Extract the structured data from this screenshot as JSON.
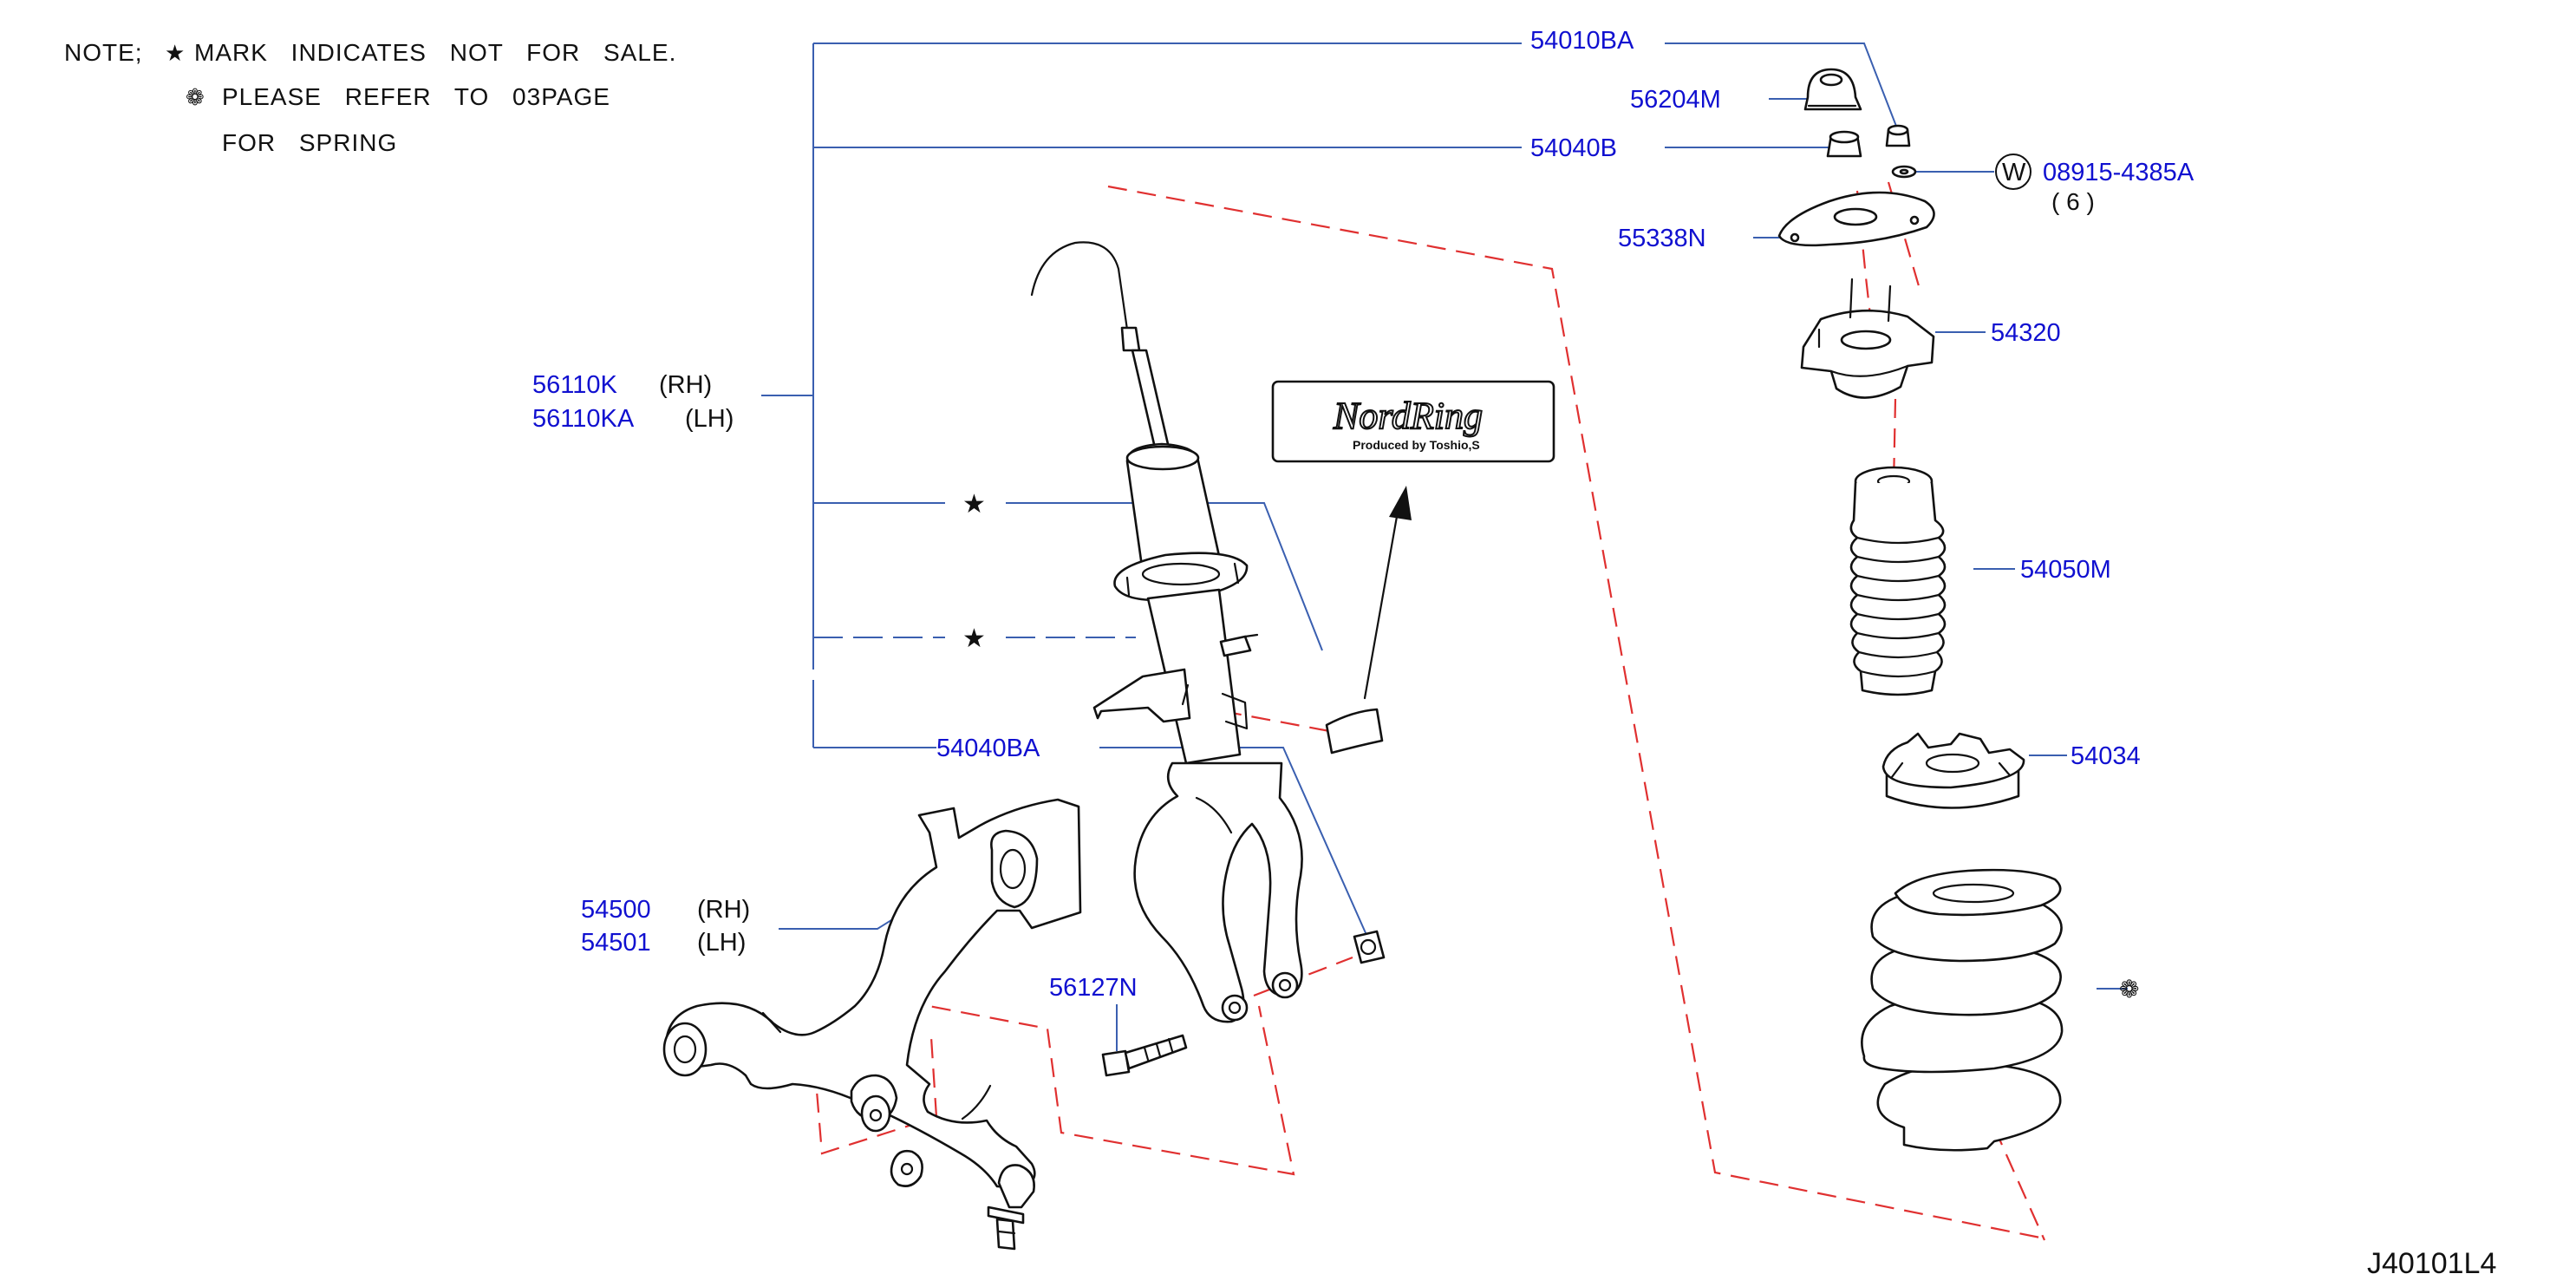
{
  "notes": {
    "line1_prefix": "NOTE;",
    "star_symbol": "★",
    "line1_text": "MARK INDICATES NOT FOR SALE.",
    "spring_symbol": "❁",
    "line2_text": "PLEASE REFER TO 03PAGE",
    "line3_text": "FOR SPRING"
  },
  "parts": {
    "p54010BA": "54010BA",
    "p56204M": "56204M",
    "p54040B": "54040B",
    "p08915": "08915-4385A",
    "p08915_marker": "W",
    "p08915_qty": "( 6 )",
    "p55338N": "55338N",
    "p54320": "54320",
    "p56110K": "56110K",
    "p56110K_side": "(RH)",
    "p56110KA": "56110KA",
    "p56110KA_side": "(LH)",
    "p54050M": "54050M",
    "p54040BA": "54040BA",
    "p54034": "54034",
    "p54500": "54500",
    "p54500_side": "(RH)",
    "p54501": "54501",
    "p54501_side": "(LH)",
    "p56127N": "56127N",
    "star_a": "★",
    "star_b": "★",
    "spring_symbol": "❁"
  },
  "logo": {
    "main": "NordRing",
    "sub": "Produced by Toshio,S"
  },
  "figure_ref": "J40101L4",
  "colors": {
    "part_number": "#1010d0",
    "leader": "#3a5fb0",
    "phantom": "#e03030",
    "ink": "#111111"
  }
}
